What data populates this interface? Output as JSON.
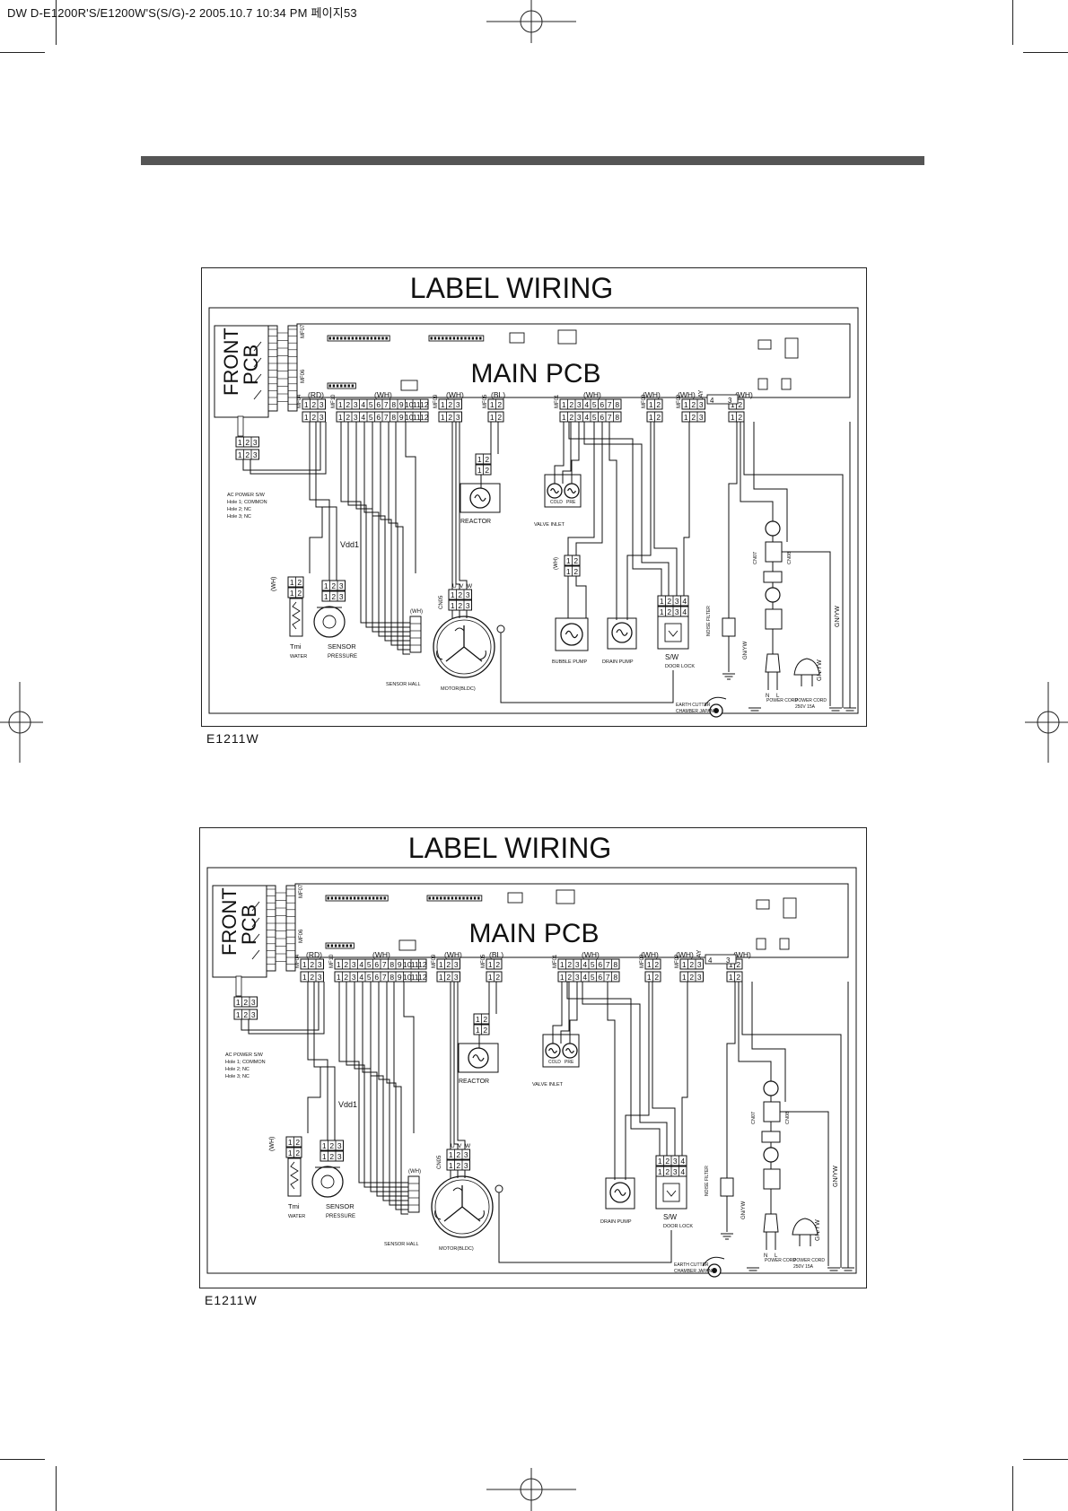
{
  "header": {
    "text": "DW D-E1200R'S/E1200W'S(S/G)-2  2005.10.7 10:34 PM 페이지53"
  },
  "diagrams": [
    {
      "title": "LABEL WIRING",
      "main_pcb": "MAIN PCB",
      "front_pcb": "FRONT PCB",
      "model": "E1211W",
      "labels": {
        "rd": "(RD)",
        "wh": "(WH)",
        "bl": "(BL)",
        "relay": "RELAY",
        "ac_power": "AC POWER S/W",
        "hole1": "Hole 1; COMMON",
        "hole2": "Hole 2; NC",
        "hole3": "Hole 3; NC",
        "vdd": "Vdd1",
        "reactor": "REACTOR",
        "valve_inlet": "VALVE INLET",
        "cold": "COLD",
        "pre": "PRE",
        "tmi": "Tmi",
        "water": "WATER",
        "sensor": "SENSOR",
        "pressure": "PRESSURE",
        "sensor_hall": "SENSOR HALL",
        "motor": "MOTOR(BLDC)",
        "bubble_pump": "BUBBLE PUMP",
        "drain_pump": "DRAIN PUMP",
        "sw": "S/W",
        "door_lock": "DOOR LOCK",
        "earth": "EARTH CUTTER",
        "chamber": "CHAMBER JAPAN",
        "noise": "NOISE FILTER",
        "power_cord": "POWER CORD",
        "rating": "250V 15A",
        "gnyw": "GN/YW",
        "u": "U",
        "v": "V",
        "w": "W",
        "n": "N",
        "l": "L"
      },
      "has_bubble_pump": true
    },
    {
      "title": "LABEL WIRING",
      "main_pcb": "MAIN PCB",
      "front_pcb": "FRONT PCB",
      "model": "E1211W",
      "labels": {
        "rd": "(RD)",
        "wh": "(WH)",
        "bl": "(BL)",
        "relay": "RELAY",
        "ac_power": "AC POWER S/W",
        "hole1": "Hole 1; COMMON",
        "hole2": "Hole 2; NC",
        "hole3": "Hole 3; NC",
        "vdd": "Vdd1",
        "reactor": "REACTOR",
        "valve_inlet": "VALVE INLET",
        "cold": "COLD",
        "pre": "PRE",
        "tmi": "Tmi",
        "water": "WATER",
        "sensor": "SENSOR",
        "pressure": "PRESSURE",
        "sensor_hall": "SENSOR HALL",
        "motor": "MOTOR(BLDC)",
        "bubble_pump": "",
        "drain_pump": "DRAIN PUMP",
        "sw": "S/W",
        "door_lock": "DOOR LOCK",
        "earth": "EARTH CUTTER",
        "chamber": "CHAMBER JAPAN",
        "noise": "NOISE FILTER",
        "power_cord": "POWER CORD",
        "rating": "250V 15A",
        "gnyw": "GN/YW",
        "u": "U",
        "v": "V",
        "w": "W",
        "n": "N",
        "l": "L"
      },
      "has_bubble_pump": false
    }
  ]
}
